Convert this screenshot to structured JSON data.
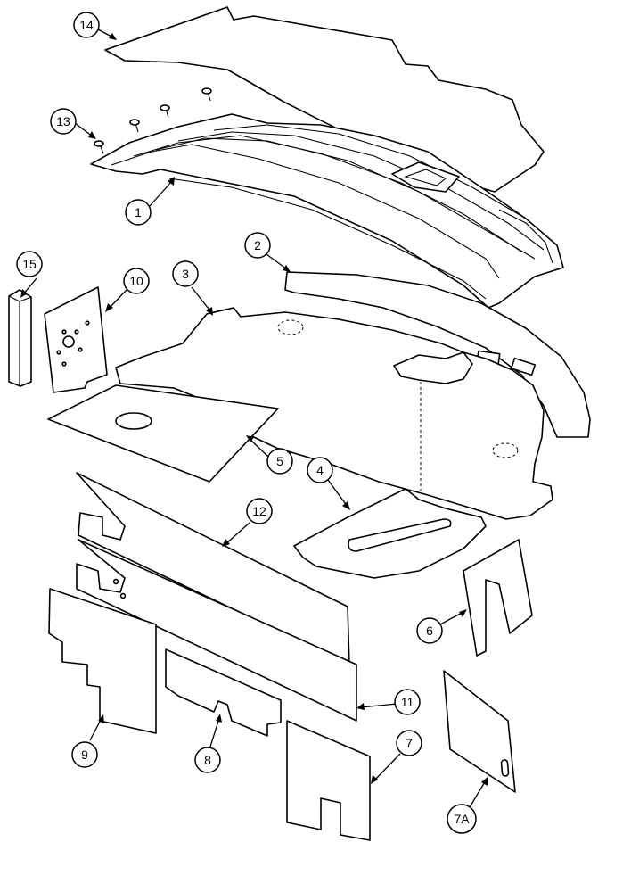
{
  "callouts": {
    "c1": "1",
    "c2": "2",
    "c3": "3",
    "c4": "4",
    "c5": "5",
    "c6": "6",
    "c7": "7",
    "c7a": "7A",
    "c8": "8",
    "c9": "9",
    "c10": "10",
    "c11": "11",
    "c12": "12",
    "c13": "13",
    "c14": "14",
    "c15": "15"
  }
}
